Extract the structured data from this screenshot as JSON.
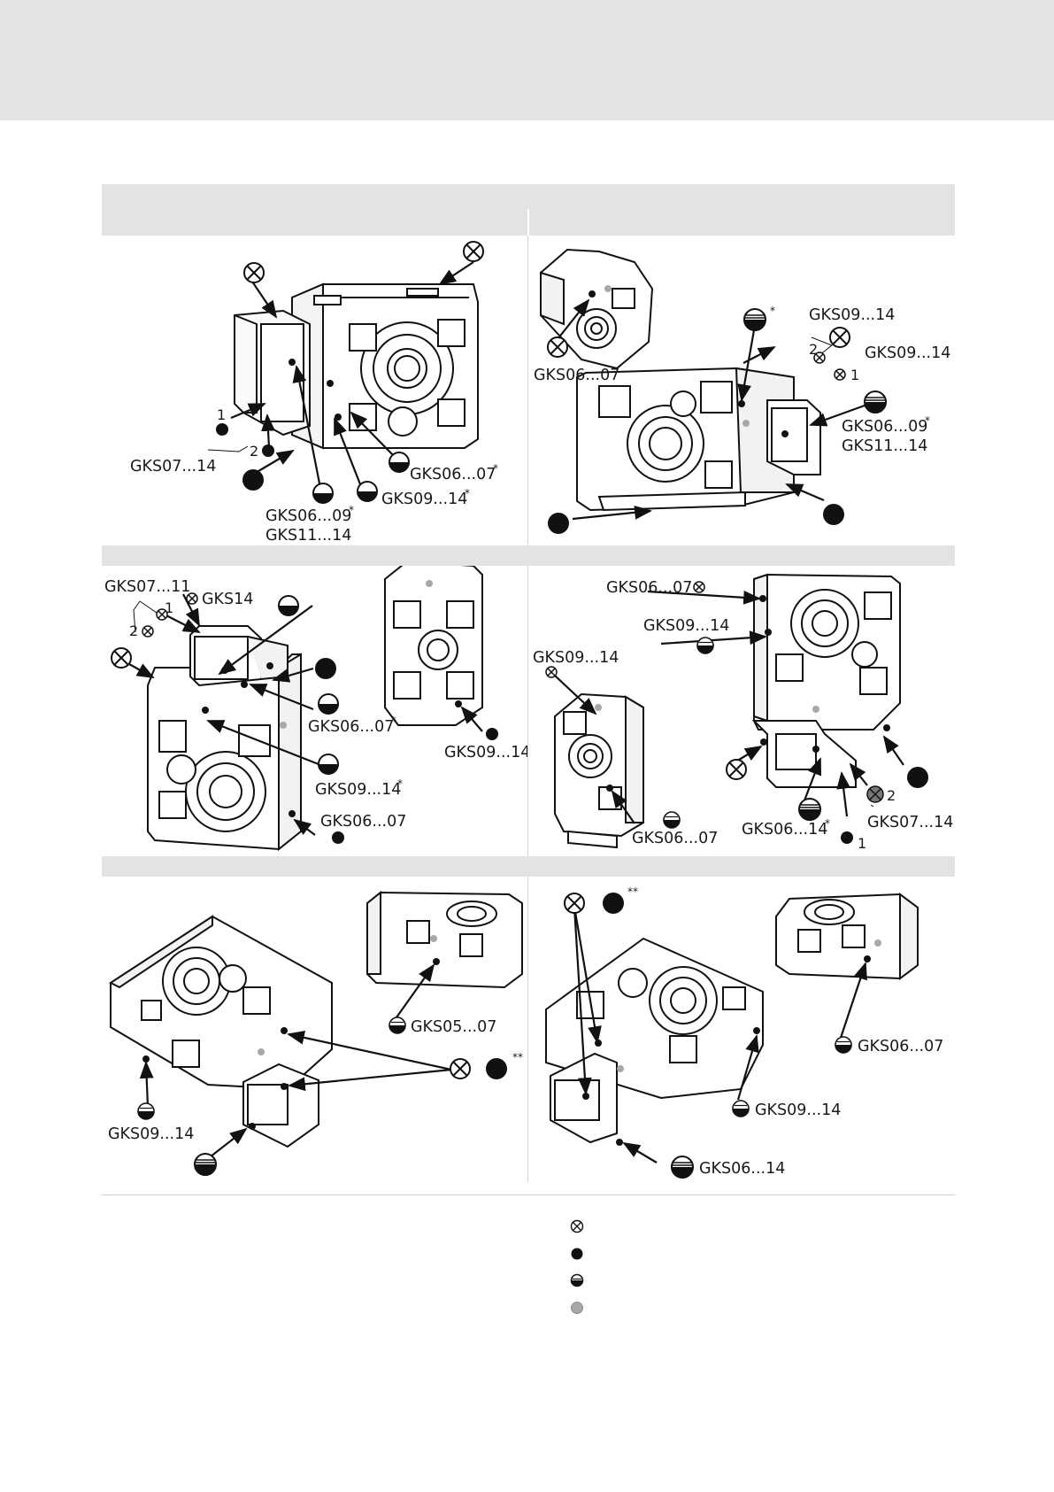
{
  "labels": {
    "gks07_14": "GKS07...14",
    "gks06_07": "GKS06...07",
    "gks09_14": "GKS09...14",
    "gks06_09": "GKS06...09",
    "gks11_14": "GKS11...14",
    "gks07_11": "GKS07...11",
    "gks14": "GKS14",
    "gks06_14": "GKS06...14",
    "gks05_07": "GKS05...07"
  },
  "marks": {
    "one": "1",
    "two": "2",
    "star": "*",
    "double_star": "**"
  },
  "legend": {
    "symbols": [
      "vent-plug-icon",
      "drain-plug-icon",
      "oil-level-plug-icon",
      "grey-plug-icon"
    ],
    "colors": {
      "line": "#1a1a1a",
      "grey": "#a8a8a8",
      "band": "#e3e3e3"
    }
  }
}
